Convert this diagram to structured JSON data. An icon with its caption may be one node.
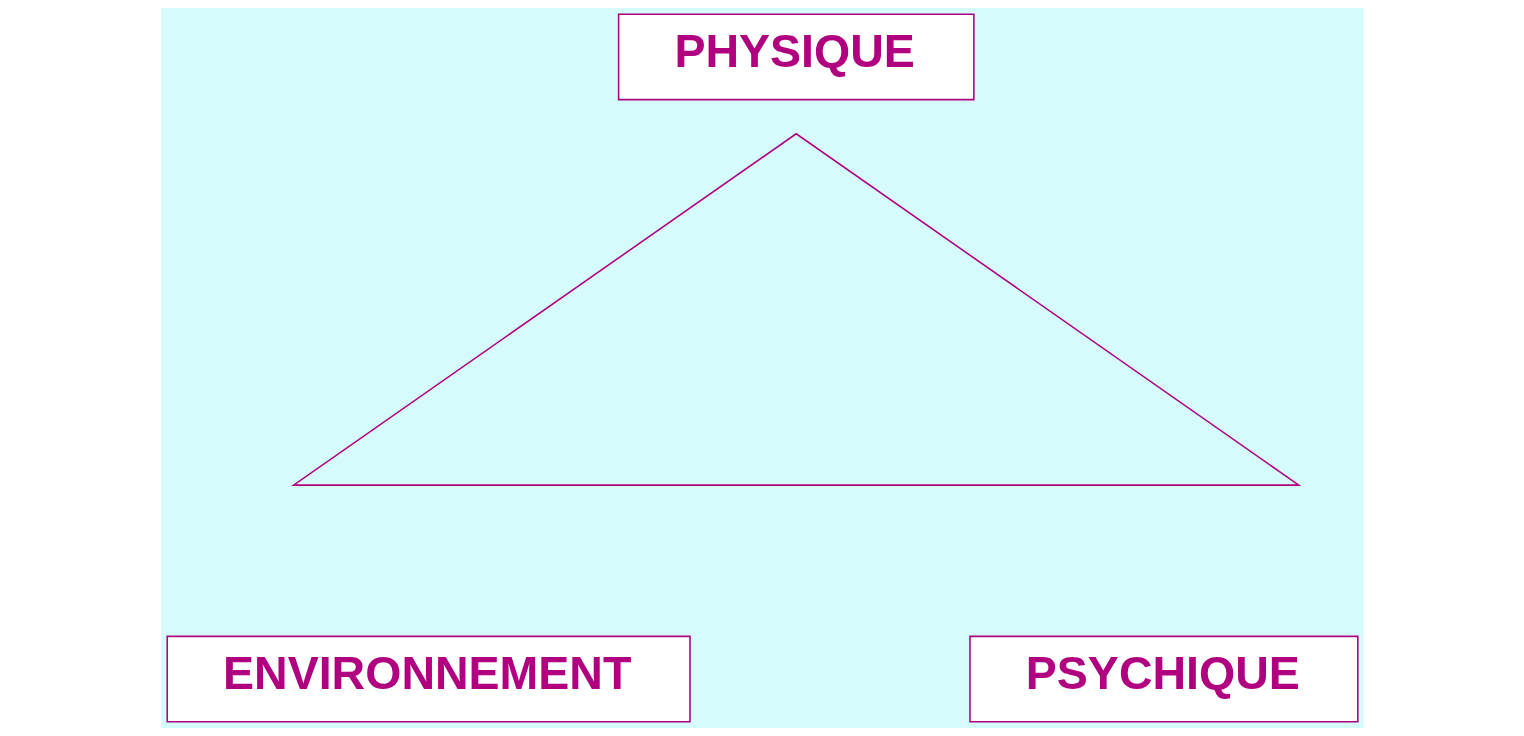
{
  "diagram": {
    "nodes": [
      {
        "text": [
          "PHYSIQUE"
        ]
      },
      {
        "text": [],
        "shape": "triangle"
      },
      {
        "text": [
          "ENVIRONNEMENT"
        ]
      },
      {
        "text": [
          "PSYCHIQUE"
        ]
      }
    ],
    "edges": []
  }
}
